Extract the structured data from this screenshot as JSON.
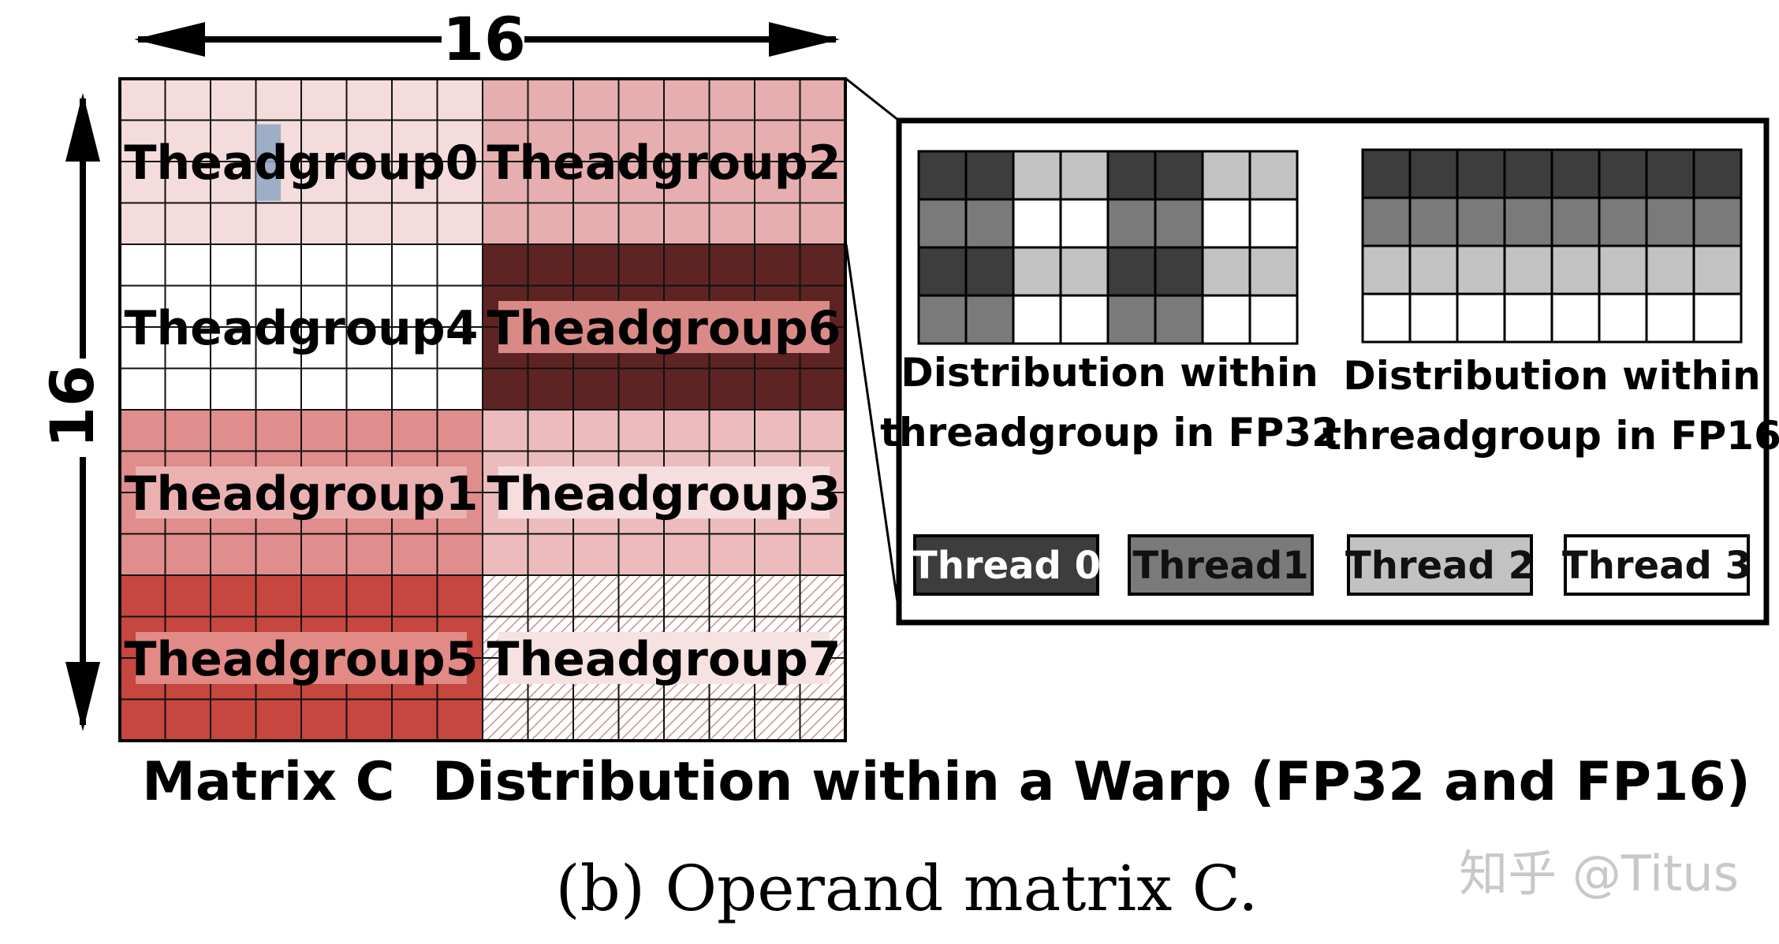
{
  "dims": {
    "width_label": "16",
    "height_label": "16"
  },
  "matrix": {
    "groups": [
      {
        "label": "Theadgroup0",
        "color": "#f5dcdc",
        "pattern": "none"
      },
      {
        "label": "Theadgroup2",
        "color": "#e6aeae",
        "pattern": "none"
      },
      {
        "label": "Theadgroup4",
        "color": "#ffffff",
        "pattern": "none"
      },
      {
        "label": "Theadgroup6",
        "color": "#5e2424",
        "pattern": "none"
      },
      {
        "label": "Theadgroup1",
        "color": "#e08d8d",
        "pattern": "none"
      },
      {
        "label": "Theadgroup3",
        "color": "#ecbcbc",
        "pattern": "none"
      },
      {
        "label": "Theadgroup5",
        "color": "#c5473f",
        "pattern": "none"
      },
      {
        "label": "Theadgroup7",
        "color": "#ffffff",
        "pattern": "hatch"
      }
    ]
  },
  "inset": {
    "fp32": {
      "label_line1": "Distribution within",
      "label_line2": "threadgroup in FP32"
    },
    "fp16": {
      "label_line1": "Distribution within",
      "label_line2": "threadgroup in FP16"
    },
    "legend": [
      {
        "label": "Thread 0",
        "color": "#3d3d3d",
        "text_color": "#ffffff"
      },
      {
        "label": "Thread1",
        "color": "#7a7a7a",
        "text_color": "#111111"
      },
      {
        "label": "Thread 2",
        "color": "#c2c2c2",
        "text_color": "#111111"
      },
      {
        "label": "Thread 3",
        "color": "#ffffff",
        "text_color": "#111111"
      }
    ]
  },
  "title": "Matrix C  Distribution within a Warp (FP32 and FP16)",
  "caption": "(b) Operand matrix C.",
  "watermark": "知乎 @Titus"
}
